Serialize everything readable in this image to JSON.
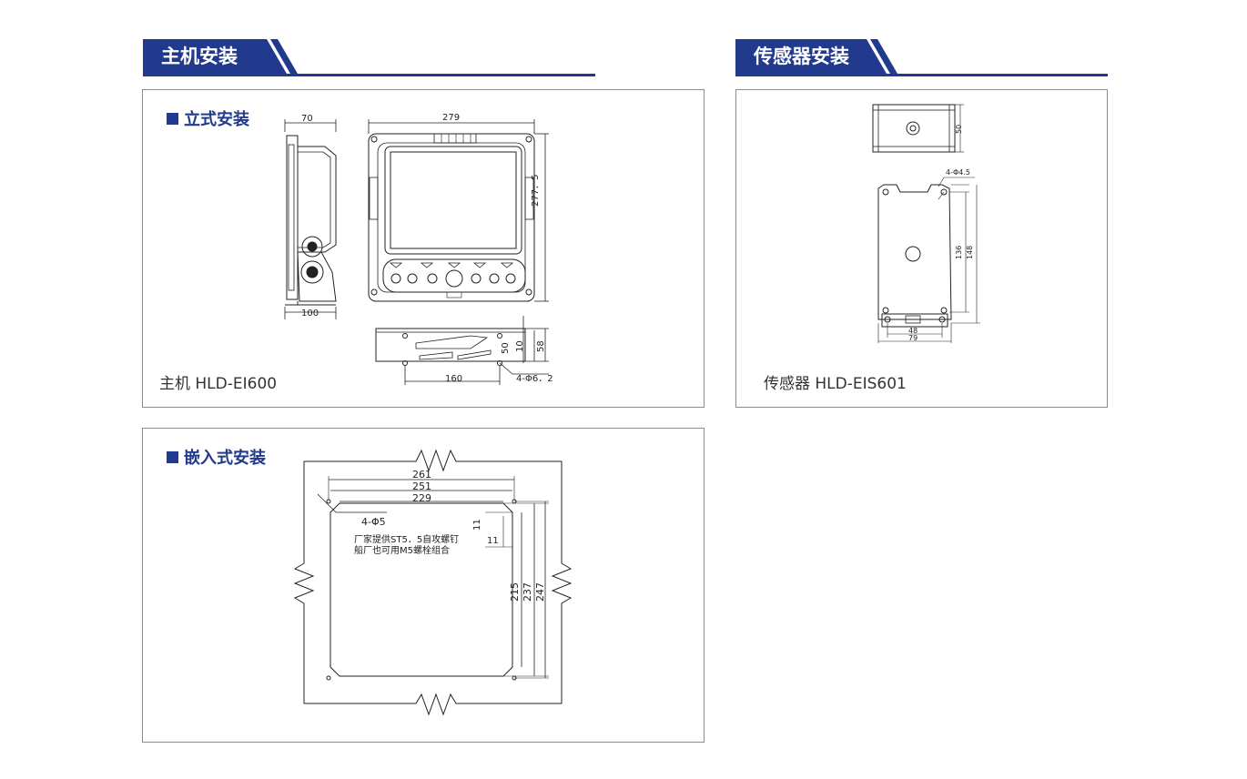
{
  "host_section": {
    "title": "主机安装",
    "upright": {
      "subtitle": "立式安装",
      "caption": "主机 HLD-EI600",
      "dims": {
        "side_depth": "70",
        "base_depth": "100",
        "front_width": "279",
        "front_height": "277．5",
        "bracket_width": "160",
        "bracket_h1": "50",
        "bracket_h2": "10",
        "bracket_h3": "58",
        "bracket_holes": "4-Φ6．2"
      }
    },
    "embedded": {
      "subtitle": "嵌入式安装",
      "dims": {
        "w1": "261",
        "w2": "251",
        "w3": "229",
        "h1": "215",
        "h2": "237",
        "h3": "247",
        "c1": "11",
        "c2": "11",
        "holes": "4-Φ5",
        "note1": "厂家提供ST5．5自攻螺钉",
        "note2": "船厂也可用M5螺栓组合"
      }
    }
  },
  "sensor_section": {
    "title": "传感器安装",
    "caption": "传感器 HLD-EIS601",
    "dims": {
      "top_h": "50",
      "holes": "4-Φ4.5",
      "h1": "136",
      "h2": "148",
      "w1": "48",
      "w2": "79"
    }
  },
  "colors": {
    "brand_blue": "#223a8e",
    "panel_border": "#8c8c8c",
    "drawing_line": "#222222"
  }
}
